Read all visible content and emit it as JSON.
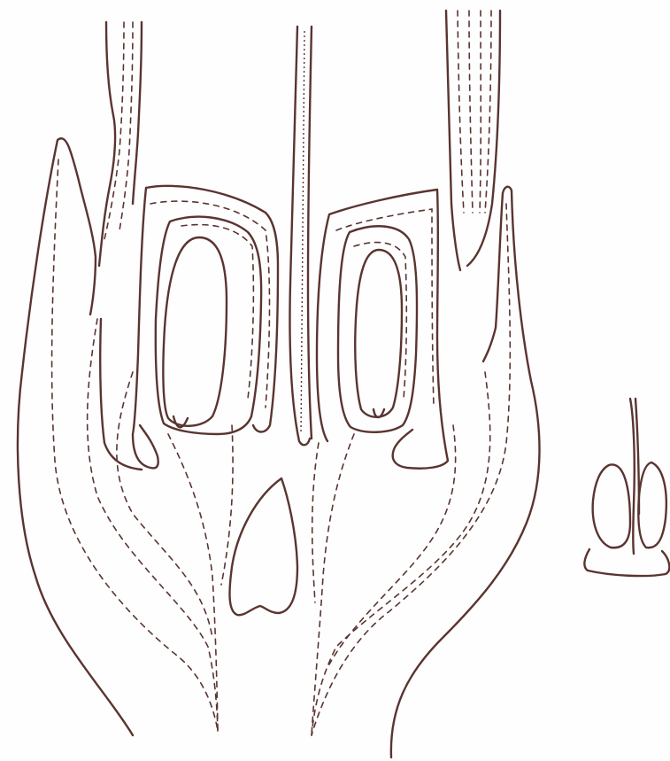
{
  "figure": {
    "type": "botanical line drawing",
    "text_labels": [],
    "colors": {
      "background": "#fefefe",
      "outline": "#5a3430",
      "dashed_trace": "#5a3430"
    },
    "parts": [
      "main-drawing",
      "detail-sketch"
    ]
  }
}
